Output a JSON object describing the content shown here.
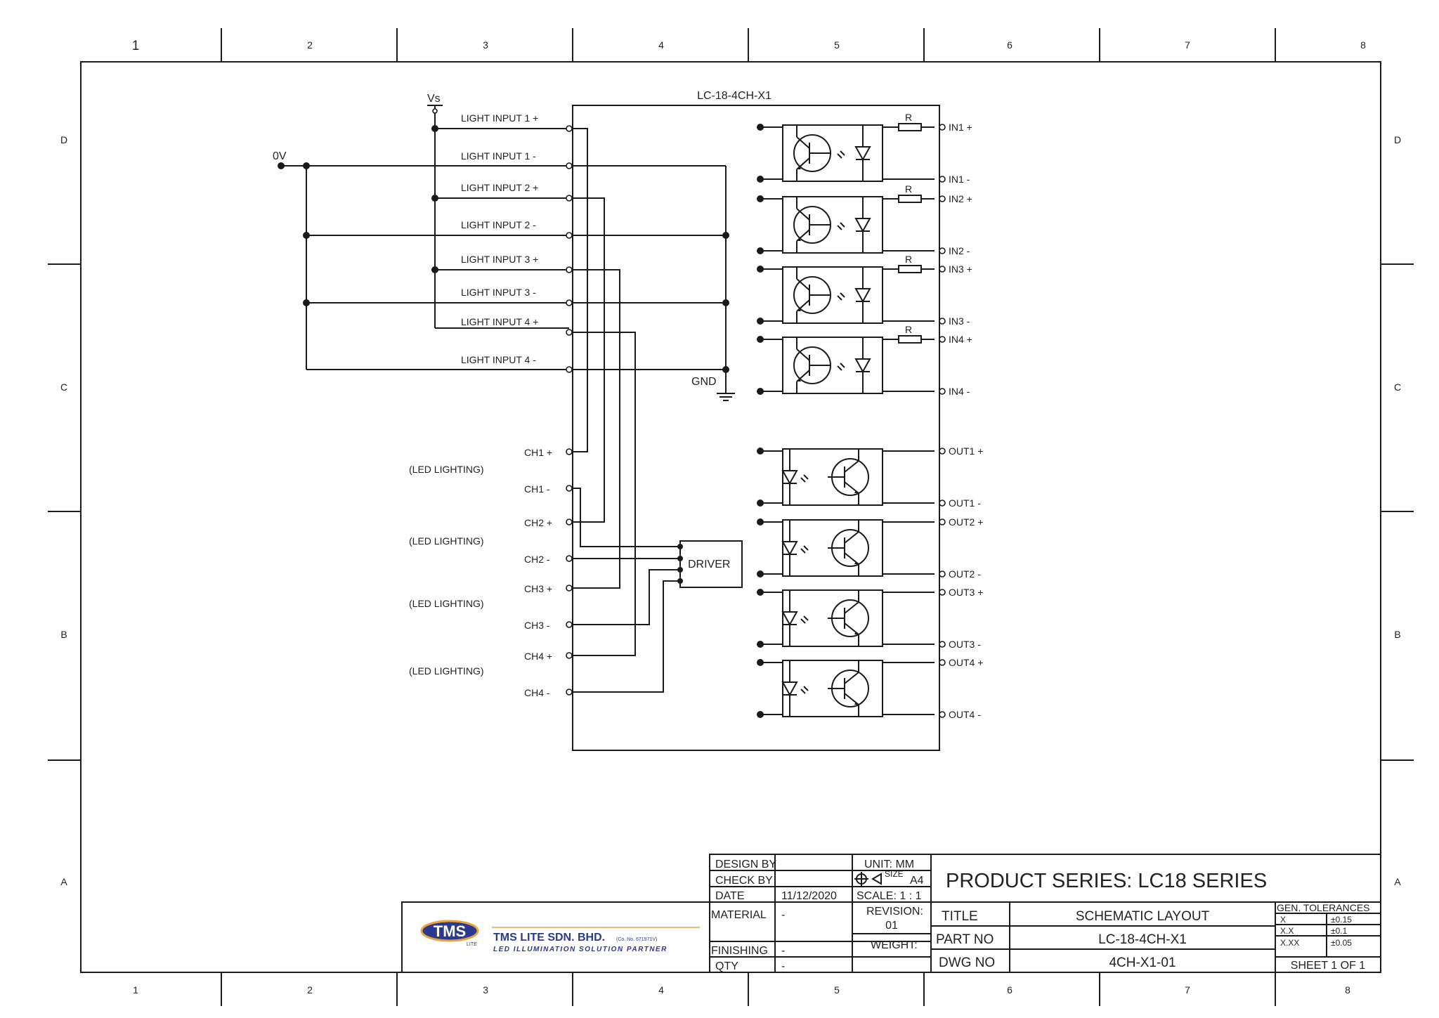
{
  "zones": {
    "columns": [
      "1",
      "2",
      "3",
      "4",
      "5",
      "6",
      "7",
      "8"
    ],
    "rows": [
      "D",
      "C",
      "B",
      "A"
    ]
  },
  "schematic": {
    "module_title": "LC-18-4CH-X1",
    "supply_label": "Vs",
    "ground_rail_label": "0V",
    "gnd_label": "GND",
    "driver_label": "DRIVER",
    "resistor_label": "R",
    "light_inputs": [
      "LIGHT INPUT 1 +",
      "LIGHT INPUT 1 -",
      "LIGHT INPUT 2 +",
      "LIGHT INPUT 2 -",
      "LIGHT INPUT 3 +",
      "LIGHT INPUT 3 -",
      "LIGHT INPUT 4 +",
      "LIGHT INPUT 4 -"
    ],
    "channel_pins": [
      "CH1 +",
      "CH1 -",
      "CH2 +",
      "CH2 -",
      "CH3 +",
      "CH3 -",
      "CH4 +",
      "CH4 -"
    ],
    "led_group_label": "(LED LIGHTING)",
    "input_pins": [
      "IN1 +",
      "IN1 -",
      "IN2 +",
      "IN2 -",
      "IN3 +",
      "IN3 -",
      "IN4 +",
      "IN4 -"
    ],
    "output_pins": [
      "OUT1 +",
      "OUT1 -",
      "OUT2 +",
      "OUT2 -",
      "OUT3 +",
      "OUT3 -",
      "OUT4 +",
      "OUT4 -"
    ]
  },
  "title_block": {
    "design_by_label": "DESIGN BY",
    "check_by_label": "CHECK BY",
    "date_label": "DATE",
    "date_value": "11/12/2020",
    "material_label": "MATERIAL",
    "material_value": "-",
    "finishing_label": "FINISHING",
    "finishing_value": "-",
    "qty_label": "QTY",
    "qty_value": "-",
    "unit": "UNIT: MM",
    "size_label": "SIZE",
    "size_value": "A4",
    "scale": "SCALE: 1 : 1",
    "revision_label": "REVISION:",
    "revision_value": "01",
    "weight_label": "WEIGHT:",
    "product_series": "PRODUCT SERIES:   LC18 SERIES",
    "title_label": "TITLE",
    "title_value": "SCHEMATIC  LAYOUT",
    "part_no_label": "PART NO",
    "part_no_value": "LC-18-4CH-X1",
    "dwg_no_label": "DWG NO",
    "dwg_no_value": "4CH-X1-01",
    "tolerances_label": "GEN. TOLERANCES",
    "tolerances": [
      {
        "format": "X",
        "value": "±0.15"
      },
      {
        "format": "X.X",
        "value": "±0.1"
      },
      {
        "format": "X.XX",
        "value": "±0.05"
      }
    ],
    "sheet": "SHEET 1 OF 1"
  },
  "company": {
    "logo_text": "TMS",
    "logo_sub": "LITE",
    "name": "TMS LITE SDN. BHD.",
    "reg_no": "(Co. No. 671971V)",
    "tagline": "LED ILLUMINATION SOLUTION PARTNER"
  },
  "colors": {
    "line": "#1a1a1a",
    "logo_blue": "#2b3990",
    "logo_gold": "#e8a33d"
  }
}
